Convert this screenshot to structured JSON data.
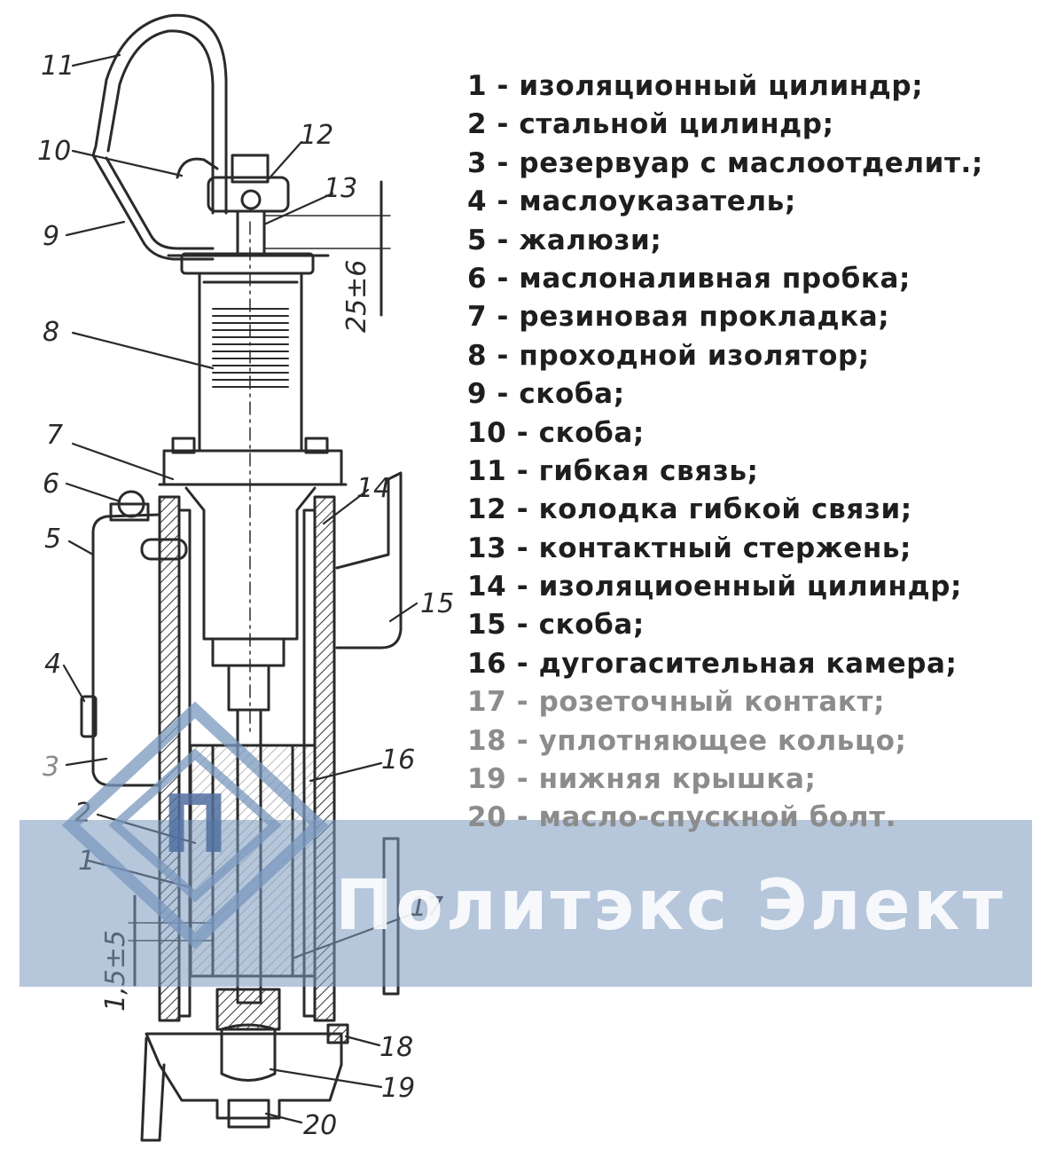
{
  "callouts": {
    "c1": "1",
    "c2": "2",
    "c3": "3",
    "c4": "4",
    "c5": "5",
    "c6": "6",
    "c7": "7",
    "c8": "8",
    "c9": "9",
    "c10": "10",
    "c11": "11",
    "c12": "12",
    "c13": "13",
    "c14": "14",
    "c15": "15",
    "c16": "16",
    "c17": "17",
    "c18": "18",
    "c19": "19",
    "c20": "20",
    "dim_top": "25±6",
    "dim_bottom": "1,5±5"
  },
  "legend": [
    "1 - изоляционный цилиндр;",
    "2 - стальной цилиндр;",
    "3 - резервуар с маслоотделит.;",
    "4 - маслоуказатель;",
    "5 - жалюзи;",
    "6 - маслоналивная пробка;",
    "7 - резиновая прокладка;",
    "8 - проходной изолятор;",
    "9 - скоба;",
    "10 - скоба;",
    "11 - гибкая связь;",
    "12 - колодка гибкой связи;",
    "13 - контактный стержень;",
    "14 - изоляциоенный цилиндр;",
    "15 - скоба;",
    "16 - дугогасительная камера;",
    "17 - розеточный контакт;",
    "18 - уплотняющее кольцо;",
    "19 - нижняя крышка;",
    "20 - масло-спускной болт."
  ],
  "watermark": {
    "text": "Политэкс Элект",
    "logo_letter": "П"
  },
  "colors": {
    "ink": "#2a2a2a",
    "faint_text": "#8c8c8c",
    "watermark": "#7a98be"
  }
}
